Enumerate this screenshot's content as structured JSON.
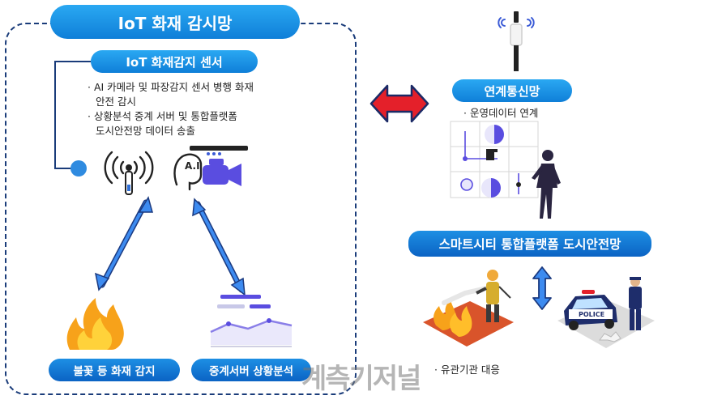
{
  "title": "IoT 화재 감시망",
  "sensor_panel": {
    "label": "IoT 화재감지 센서",
    "bullets": [
      "· AI 카메라 및 파장감지 센서 병행 화재",
      "  안전 감시",
      "· 상황분석 중계 서버 및 통합플랫폼",
      "  도시안전망 데이터 송출"
    ],
    "camera_badge": "A.I"
  },
  "bottom_labels": {
    "flame_detection": "불꽃 등 화재 감지",
    "relay_server": "중계서버 상황분석"
  },
  "link_network": {
    "label": "연계통신망",
    "bullet": "· 운영데이터 연계"
  },
  "smart_city": {
    "label": "스마트시티 통합플랫폼 도시안전망",
    "bullet": "· 유관기관 대응",
    "police_text": "POLICE"
  },
  "watermark": "계측기저널",
  "colors": {
    "pill_blue": "#1a8fe6",
    "arrow_red": "#e4202a",
    "arrow_blue": "#2f6fd6",
    "border_navy": "#1a3c7a"
  }
}
